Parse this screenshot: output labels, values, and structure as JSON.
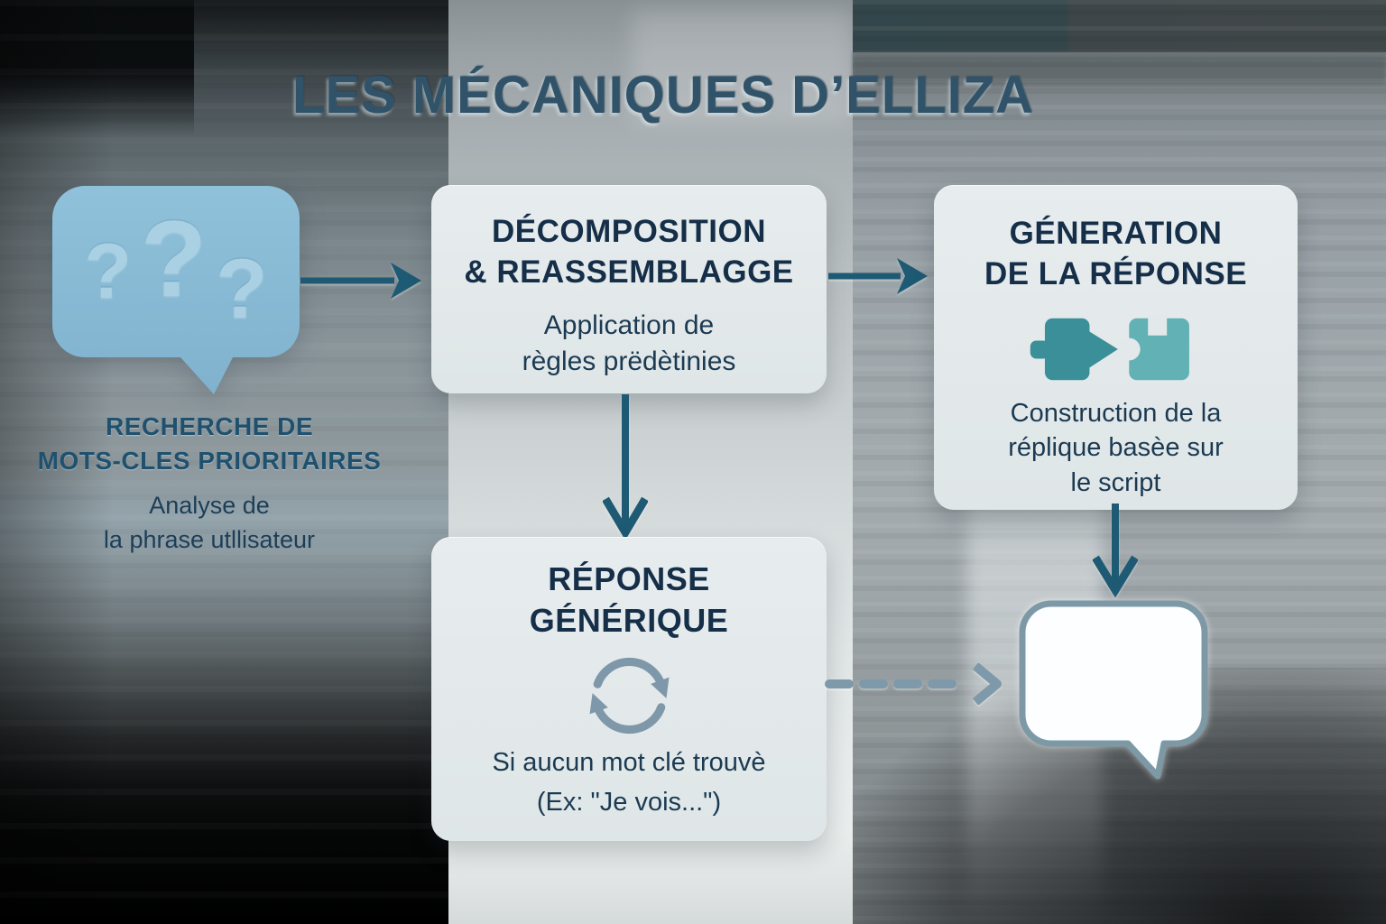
{
  "title": "LES MÉCANIQUES D’ELLIZA",
  "nodes": {
    "keyword_search": {
      "icon": "speech-bubble-question-icon",
      "marks": [
        "?",
        "?",
        "?"
      ],
      "heading": "RECHERCHE DE\nMOTS-CLES PRIORITAIRES",
      "subtext": "Analyse de\nla phrase utllisateur"
    },
    "decomposition": {
      "heading": "DÉCOMPOSITION\n& REASSEMBLAGGE",
      "subtext": "Application de\nrègles prëdètinies"
    },
    "generation": {
      "heading": "GÉNERATION\nDE LA RÉPONSE",
      "icon": "puzzle-pieces-icon",
      "subtext": "Construction de la\nréplique basèe sur\nle script"
    },
    "generic_response": {
      "heading": "RÉPONSE\nGÉNÉRIQUE",
      "icon": "refresh-arrows-icon",
      "subtext": "Si aucun mot clé trouvè\n(Ex: \"Je vois...\")"
    },
    "output": {
      "icon": "speech-bubble-outline-icon"
    }
  },
  "connectors": {
    "input_to_decomposition": "solid-arrow-right",
    "decomposition_to_generation": "solid-arrow-right",
    "decomposition_to_generic": "solid-arrow-down",
    "generation_to_output": "solid-arrow-down",
    "generic_to_output": "dashed-arrow-right"
  },
  "colors": {
    "title": "#315369",
    "card_bg": "#e4e9eb",
    "heading_text": "#152f49",
    "body_text": "#1b3a52",
    "label_heading": "#1f516f",
    "bubble_blue": "#8abbd6",
    "question_marks": "#a9d0e3",
    "arrow_dark": "#1e5a74",
    "arrow_light_dashed": "#7e99a9",
    "puzzle_dark": "#3a8f99",
    "puzzle_light": "#62b1b5",
    "refresh_icon": "#7e98aa",
    "output_bubble_fill": "#fcfeff",
    "output_bubble_border": "#7d99a6"
  }
}
